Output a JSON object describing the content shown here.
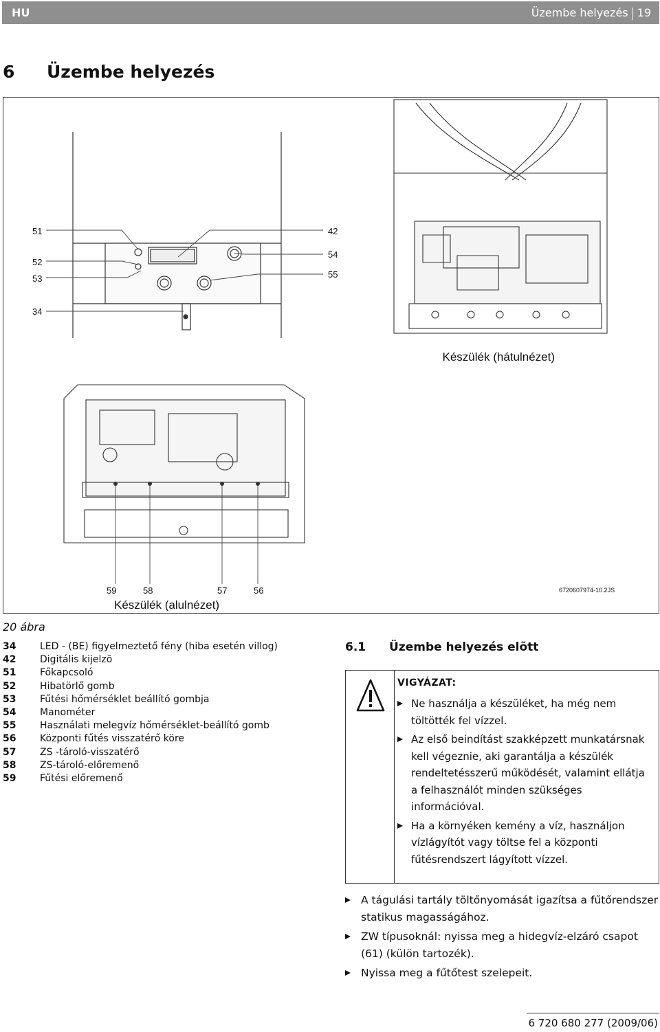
{
  "header": {
    "lang": "HU",
    "section": "Üzembe helyezés",
    "page": "19"
  },
  "chapter": {
    "num": "6",
    "title": "Üzembe helyezés"
  },
  "figure": {
    "labels_front_left": [
      "51",
      "52",
      "53",
      "34"
    ],
    "labels_front_right": [
      "42",
      "54",
      "55"
    ],
    "rear_caption": "Készülék (hátulnézet)",
    "bottom_labels": [
      "59",
      "58",
      "57",
      "56"
    ],
    "bottom_caption": "Készülék (alulnézet)",
    "code": "6720607974-10.2JS"
  },
  "figure_caption": "20 ábra",
  "legend": [
    {
      "key": "34",
      "text": "LED - (BE) figyelmeztető fény (hiba esetén villog)"
    },
    {
      "key": "42",
      "text": "Digitális kijelzõ"
    },
    {
      "key": "51",
      "text": "Főkapcsoló"
    },
    {
      "key": "52",
      "text": "Hibatörlő gomb"
    },
    {
      "key": "53",
      "text": "Fűtési hőmérséklet beállító gombja"
    },
    {
      "key": "54",
      "text": "Manométer"
    },
    {
      "key": "55",
      "text": "Használati melegvíz hőmérséklet-beállító gomb"
    },
    {
      "key": "56",
      "text": "Központi fűtés visszatérő köre"
    },
    {
      "key": "57",
      "text": "ZS -tároló-visszatérő"
    },
    {
      "key": "58",
      "text": "ZS-tároló-előremenő"
    },
    {
      "key": "59",
      "text": "Fűtési előremenő"
    }
  ],
  "section": {
    "num": "6.1",
    "title": "Üzembe helyezés elõtt"
  },
  "warning": {
    "title": "VIGYÁZAT:",
    "items": [
      "Ne használja a készüléket, ha még nem töltötték fel vízzel.",
      "Az első beindítást szakképzett munkatársnak kell végeznie, aki garantálja a készülék rendeltetésszerű működését, valamint ellátja a felhasználót minden szükséges információval.",
      "Ha a környéken kemény a víz, használjon vízlágyítót vagy töltse fel a központi fűtésrendszert lágyított vízzel."
    ]
  },
  "steps": [
    "A tágulási tartály töltőnyomását igazítsa a fűtőrendszer statikus magasságához.",
    "ZW típusoknál: nyissa meg a hidegvíz-elzáró csapot (61) (külön tartozék).",
    "Nyissa meg a fűtőtest szelepeit."
  ],
  "footer": "6 720 680 277 (2009/06)"
}
